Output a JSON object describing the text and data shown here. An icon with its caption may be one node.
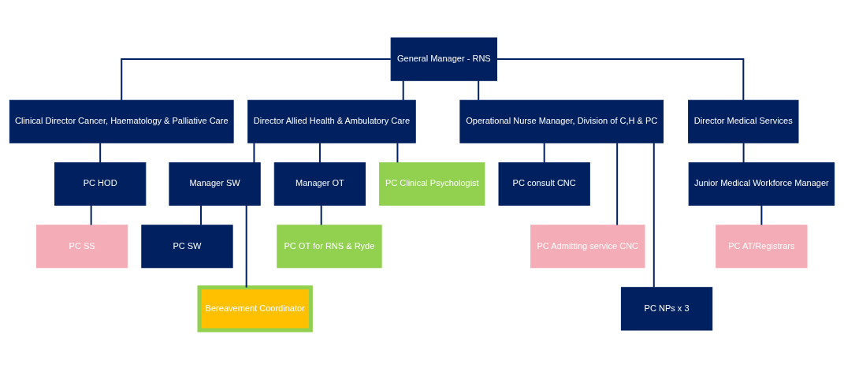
{
  "diagram": {
    "nodes": [
      {
        "text": [
          "General Manager - RNS"
        ]
      },
      {
        "text": [
          "Clinical Director Cancer, Haematology & Palliative Care"
        ]
      },
      {
        "text": [
          "Director Allied Health & Ambulatory Care"
        ]
      },
      {
        "text": [
          "Operational Nurse Manager, Division of C,H & PC"
        ]
      },
      {
        "text": [
          "Director Medical Services"
        ]
      },
      {
        "text": [
          "PC HOD"
        ]
      },
      {
        "text": [
          "Manager SW"
        ]
      },
      {
        "text": [
          "Manager OT"
        ]
      },
      {
        "text": [
          "PC Clinical Psychologist"
        ]
      },
      {
        "text": [
          "PC consult CNC"
        ]
      },
      {
        "text": [
          "Junior Medical Workforce Manager"
        ]
      },
      {
        "text": [
          "PC SS"
        ]
      },
      {
        "text": [
          "PC SW"
        ]
      },
      {
        "text": [
          "PC OT for RNS & Ryde"
        ]
      },
      {
        "text": [
          "PC Admitting service CNC"
        ]
      },
      {
        "text": [
          "PC AT/Registrars"
        ]
      },
      {
        "text": [
          "Bereavement Coordinator"
        ]
      },
      {
        "text": [
          "PC NPs x 3"
        ]
      }
    ],
    "edges": [
      {
        "from": 0,
        "to": 1,
        "arrow": "none"
      },
      {
        "from": 0,
        "to": 2,
        "arrow": "none"
      },
      {
        "from": 0,
        "to": 3,
        "arrow": "none"
      },
      {
        "from": 0,
        "to": 4,
        "arrow": "none"
      },
      {
        "from": 1,
        "to": 5,
        "arrow": "none"
      },
      {
        "from": 2,
        "to": 6,
        "arrow": "none"
      },
      {
        "from": 2,
        "to": 7,
        "arrow": "none"
      },
      {
        "from": 2,
        "to": 8,
        "arrow": "none"
      },
      {
        "from": 3,
        "to": 9,
        "arrow": "none"
      },
      {
        "from": 3,
        "to": 14,
        "arrow": "none"
      },
      {
        "from": 3,
        "to": 17,
        "arrow": "none"
      },
      {
        "from": 4,
        "to": 10,
        "arrow": "none"
      },
      {
        "from": 5,
        "to": 11,
        "arrow": "none"
      },
      {
        "from": 6,
        "to": 12,
        "arrow": "none"
      },
      {
        "from": 6,
        "to": 16,
        "arrow": "none"
      },
      {
        "from": 7,
        "to": 13,
        "arrow": "none"
      },
      {
        "from": 10,
        "to": 15,
        "arrow": "none"
      }
    ]
  }
}
